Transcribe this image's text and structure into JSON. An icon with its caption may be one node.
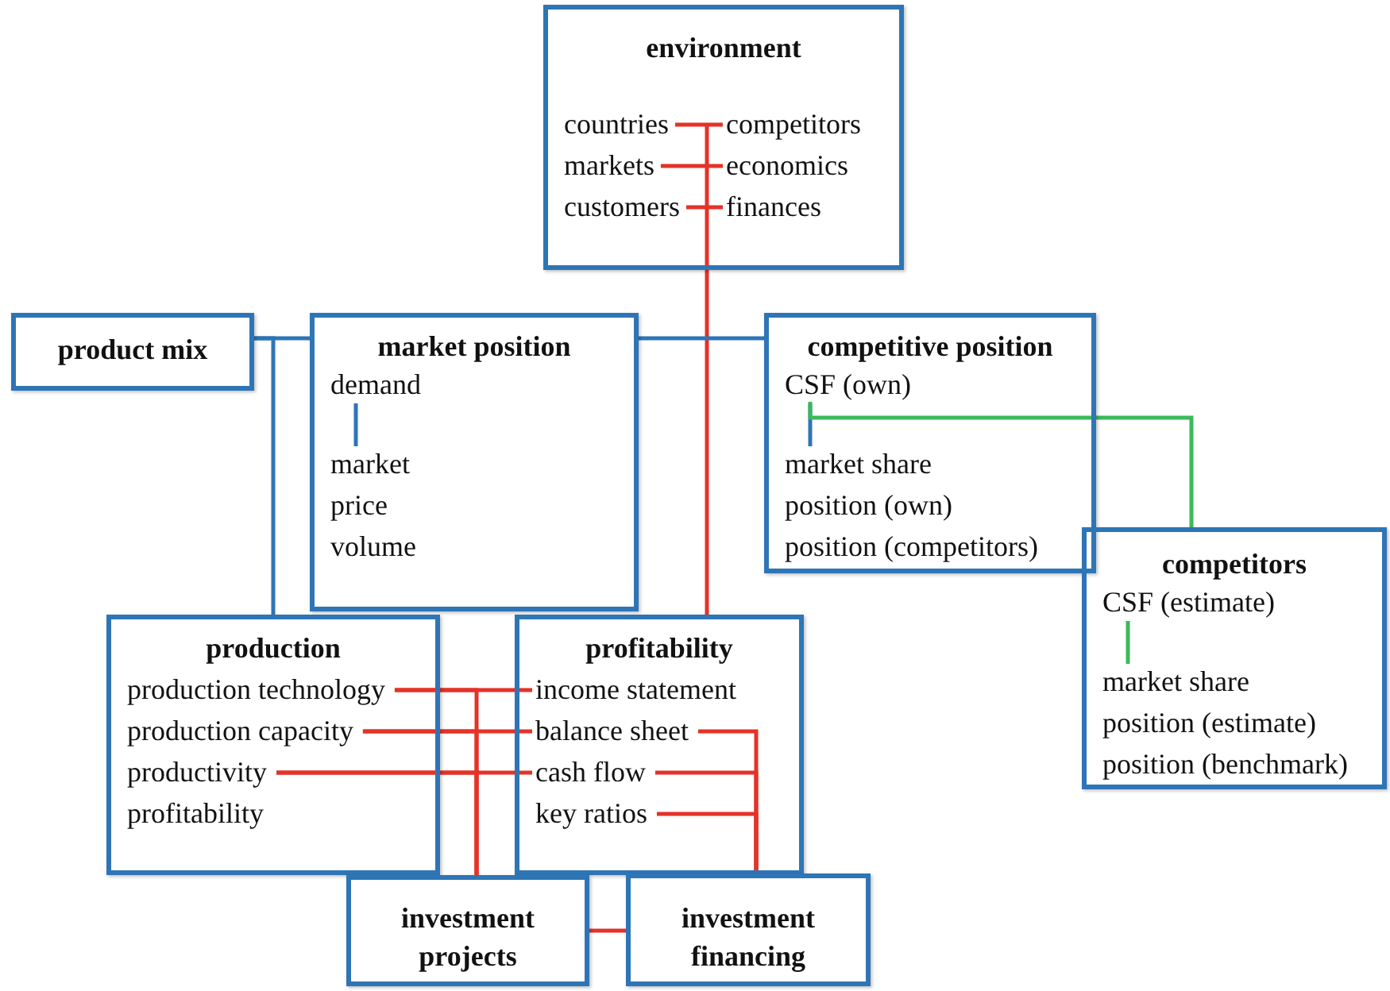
{
  "diagram": {
    "nodes": [
      {
        "text": [
          "environment"
        ]
      },
      {
        "text": [
          "countries"
        ],
        "in": 0
      },
      {
        "text": [
          "markets"
        ],
        "in": 0
      },
      {
        "text": [
          "customers"
        ],
        "in": 0
      },
      {
        "text": [
          "competitors"
        ],
        "in": 0
      },
      {
        "text": [
          "economics"
        ],
        "in": 0
      },
      {
        "text": [
          "finances"
        ],
        "in": 0
      },
      {
        "text": [
          "product mix"
        ]
      },
      {
        "text": [
          "market position"
        ]
      },
      {
        "text": [
          "demand"
        ],
        "in": 8
      },
      {
        "text": [
          "market"
        ],
        "in": 8
      },
      {
        "text": [
          "price"
        ],
        "in": 8
      },
      {
        "text": [
          "volume"
        ],
        "in": 8
      },
      {
        "text": [
          "competitive position"
        ]
      },
      {
        "text": [
          "CSF (own)"
        ],
        "in": 13
      },
      {
        "text": [
          "market share"
        ],
        "in": 13
      },
      {
        "text": [
          "position (own)"
        ],
        "in": 13
      },
      {
        "text": [
          "position (competitors)"
        ],
        "in": 13
      },
      {
        "text": [
          "competitors"
        ]
      },
      {
        "text": [
          "CSF (estimate)"
        ],
        "in": 18
      },
      {
        "text": [
          "market share"
        ],
        "in": 18
      },
      {
        "text": [
          "position (estimate)"
        ],
        "in": 18
      },
      {
        "text": [
          "position (benchmark)"
        ],
        "in": 18
      },
      {
        "text": [
          "production"
        ]
      },
      {
        "text": [
          "production technology"
        ],
        "in": 23
      },
      {
        "text": [
          "production capacity"
        ],
        "in": 23
      },
      {
        "text": [
          "productivity"
        ],
        "in": 23
      },
      {
        "text": [
          "profitability"
        ],
        "in": 23
      },
      {
        "text": [
          "profitability"
        ]
      },
      {
        "text": [
          "income statement"
        ],
        "in": 28
      },
      {
        "text": [
          "balance sheet"
        ],
        "in": 28
      },
      {
        "text": [
          "cash flow"
        ],
        "in": 28
      },
      {
        "text": [
          "key ratios"
        ],
        "in": 28
      },
      {
        "text": [
          "investment projects"
        ]
      },
      {
        "text": [
          "investment financing"
        ]
      }
    ],
    "edges": [
      {
        "from": 0,
        "to": 28,
        "arrow": "none"
      },
      {
        "from": 1,
        "to": 4,
        "arrow": "none"
      },
      {
        "from": 2,
        "to": 5,
        "arrow": "none"
      },
      {
        "from": 3,
        "to": 6,
        "arrow": "none"
      },
      {
        "from": 7,
        "to": 8,
        "arrow": "none",
        "color": "#2e75b6"
      },
      {
        "from": 8,
        "to": 13,
        "arrow": "none",
        "color": "#2e75b6"
      },
      {
        "from": 7,
        "to": 23,
        "arrow": "none",
        "color": "#2e75b6"
      },
      {
        "from": 9,
        "to": 10,
        "arrow": "none",
        "color": "#2e75b6"
      },
      {
        "from": 14,
        "to": 15,
        "arrow": "none",
        "color": "#2e75b6"
      },
      {
        "from": 14,
        "to": 18,
        "arrow": "none",
        "color": "#3cb95a"
      },
      {
        "from": 19,
        "to": 20,
        "arrow": "none",
        "color": "#3cb95a"
      },
      {
        "from": 24,
        "to": 29,
        "arrow": "none"
      },
      {
        "from": 25,
        "to": 30,
        "arrow": "none"
      },
      {
        "from": 26,
        "to": 31,
        "arrow": "none"
      },
      {
        "from": 33,
        "to": 24,
        "arrow": "none"
      },
      {
        "from": 33,
        "to": 25,
        "arrow": "none"
      },
      {
        "from": 33,
        "to": 26,
        "arrow": "none"
      },
      {
        "from": 30,
        "to": 34,
        "arrow": "none"
      },
      {
        "from": 31,
        "to": 34,
        "arrow": "none"
      },
      {
        "from": 32,
        "to": 34,
        "arrow": "none"
      },
      {
        "from": 33,
        "to": 34,
        "arrow": "none"
      }
    ]
  }
}
